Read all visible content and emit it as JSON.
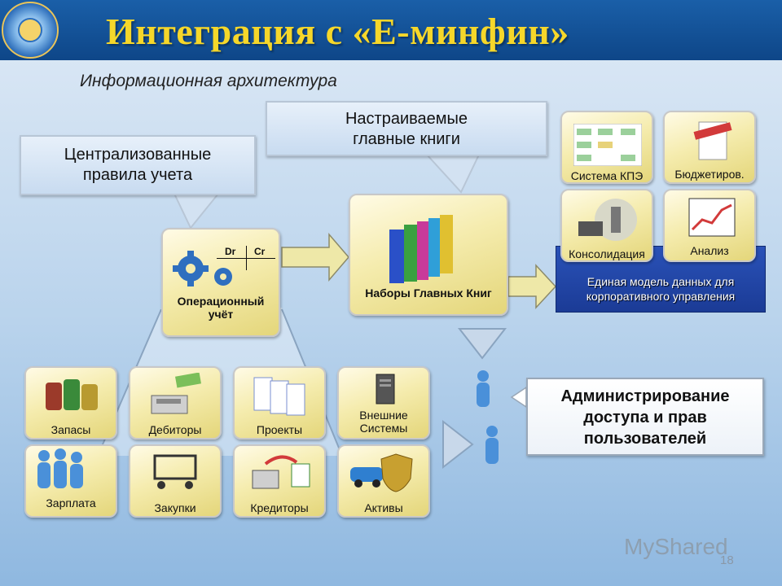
{
  "header": {
    "title": "Интеграция с «Е-минфин»"
  },
  "subtitle": "Информационная архитектура",
  "callouts": {
    "centralized_rules": [
      "Централизованные",
      "правила учета"
    ],
    "custom_ledgers": [
      "Настраиваемые",
      "главные книги"
    ]
  },
  "operational": {
    "dr": "Dr",
    "cr": "Cr",
    "label": [
      "Операционный",
      "учёт"
    ]
  },
  "ledger_sets": {
    "label": "Наборы Главных Книг"
  },
  "top_right_tiles": [
    {
      "label": "Система КПЭ",
      "icon": "kpi-diagram-icon"
    },
    {
      "label": "Бюджетиров.",
      "icon": "approved-document-icon"
    },
    {
      "label": "Консолидация",
      "icon": "consolidation-icon"
    },
    {
      "label": "Анализ",
      "icon": "chart-icon"
    }
  ],
  "unified_model": [
    "Единая модель данных для",
    "корпоративного управления"
  ],
  "bottom_tiles": [
    {
      "label": "Запасы",
      "icon": "barrels-icon"
    },
    {
      "label": "Дебиторы",
      "icon": "cash-register-icon"
    },
    {
      "label": "Проекты",
      "icon": "spreadsheets-icon"
    },
    {
      "label": "Внешние Системы",
      "icon": "server-icon"
    },
    {
      "label": "Зарплата",
      "icon": "people-icon"
    },
    {
      "label": "Закупки",
      "icon": "cart-icon"
    },
    {
      "label": "Кредиторы",
      "icon": "computer-payment-icon"
    },
    {
      "label": "Активы",
      "icon": "car-and-shield-icon"
    }
  ],
  "admin": [
    "Администрирование",
    "доступа и прав",
    "пользователей"
  ],
  "watermark": "MyShared",
  "page_number": "18",
  "colors": {
    "title": "#f6d72a",
    "header_bg": "#1a5fa8",
    "tile_fill": "#f5ecae",
    "unified_model_bg": "#2a52b8"
  }
}
